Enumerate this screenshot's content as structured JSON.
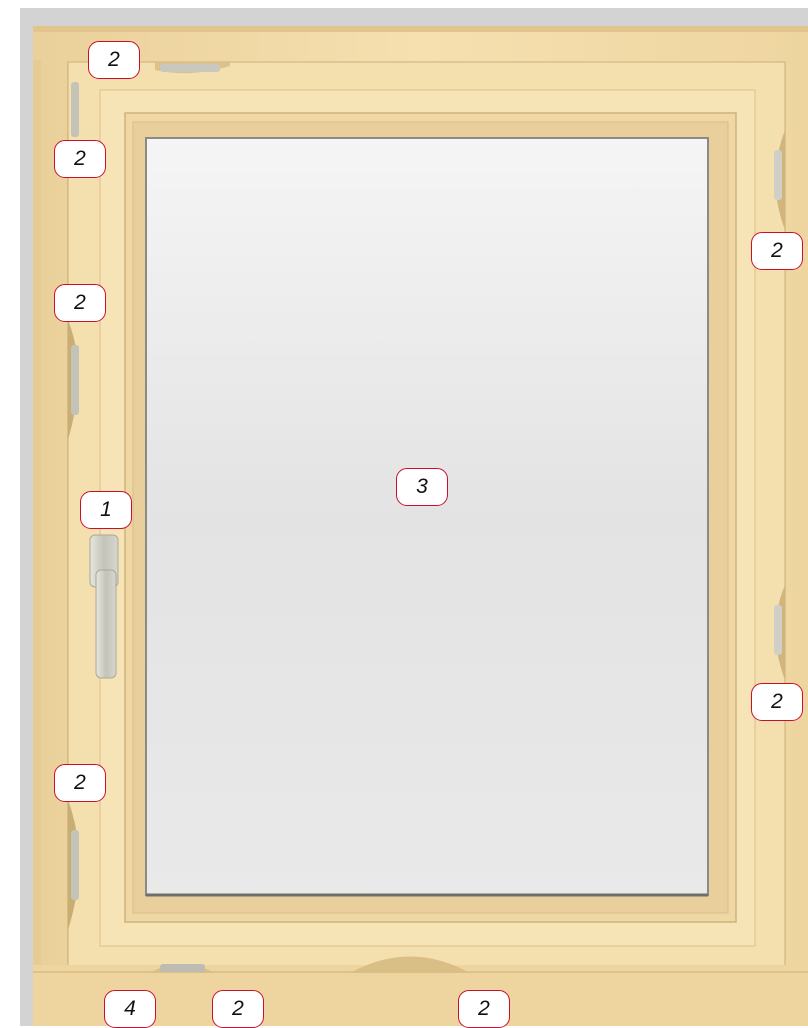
{
  "figure": {
    "subject": "window",
    "colors": {
      "frame": "#f3dca8",
      "frame_shadow": "#d9bf86",
      "glass": "#e9e9e9",
      "hardware": "#cfcfc7",
      "callout_border": "#c8102e",
      "page_bg": "#d3d3d3"
    }
  },
  "callouts": [
    {
      "id": "c1",
      "number": "2"
    },
    {
      "id": "c2",
      "number": "2"
    },
    {
      "id": "c3",
      "number": "2"
    },
    {
      "id": "c4",
      "number": "2"
    },
    {
      "id": "c5",
      "number": "1"
    },
    {
      "id": "c6",
      "number": "3"
    },
    {
      "id": "c7",
      "number": "2"
    },
    {
      "id": "c8",
      "number": "2"
    },
    {
      "id": "c9",
      "number": "4"
    },
    {
      "id": "c10",
      "number": "2"
    },
    {
      "id": "c11",
      "number": "2"
    }
  ]
}
